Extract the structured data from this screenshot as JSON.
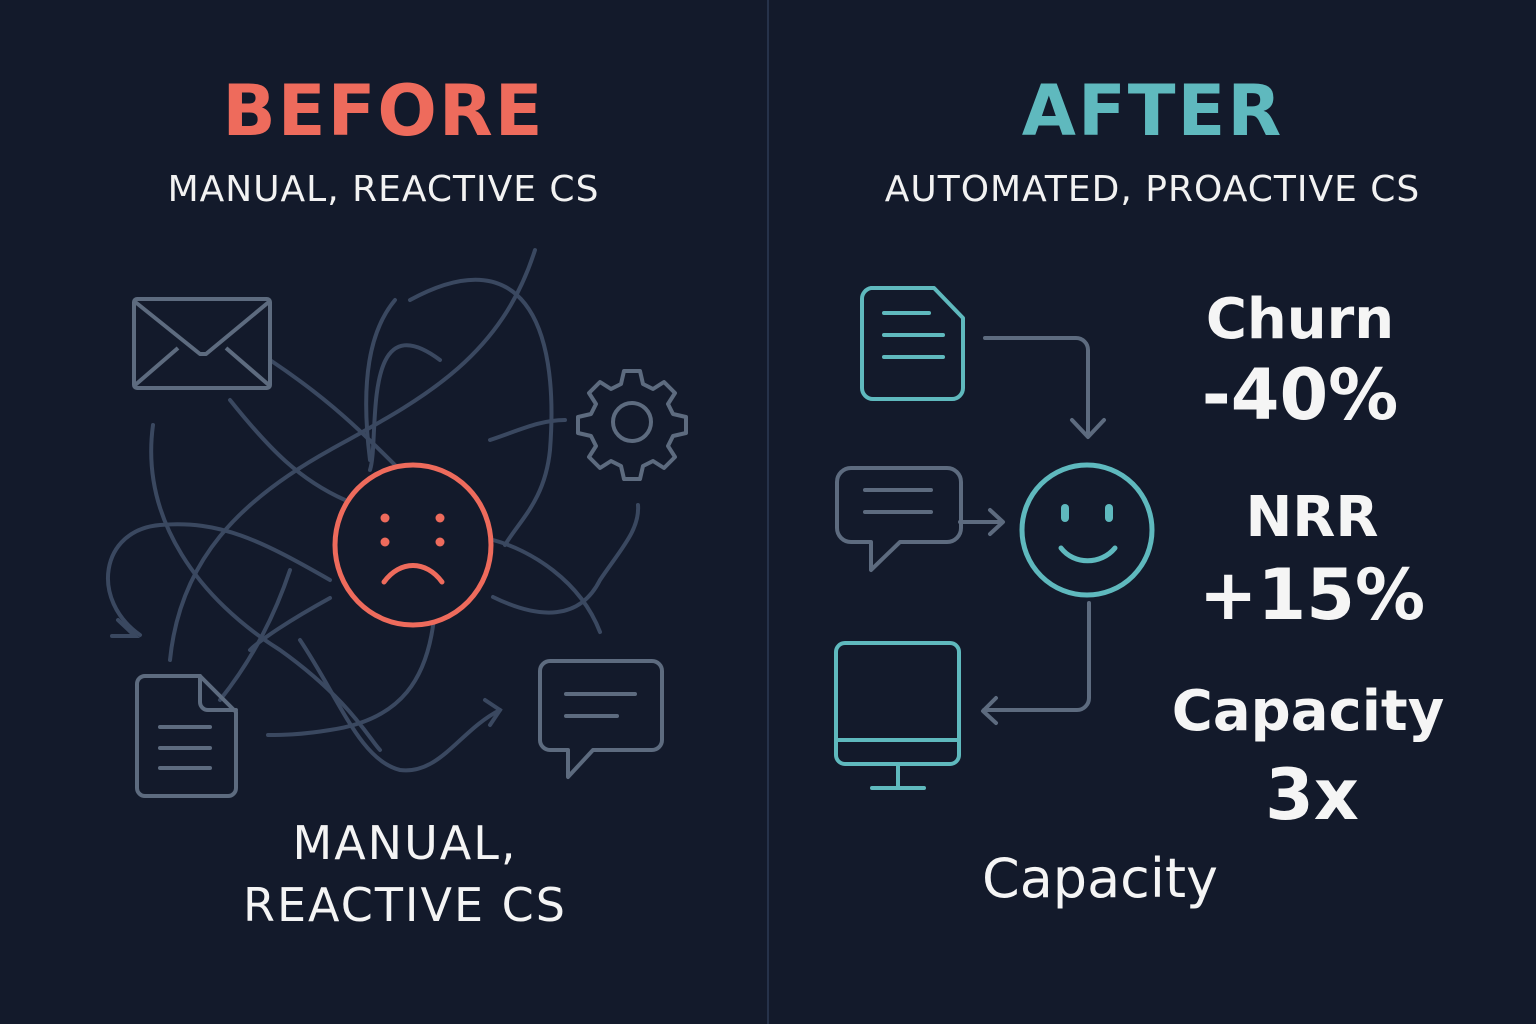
{
  "colors": {
    "background": "#131a2b",
    "before_accent": "#ee6b5c",
    "after_accent": "#5fb9be",
    "icon_gray": "#5d6b7f",
    "line_gray": "#3a4860",
    "text_white": "#f4f4f4",
    "divider": "#26324a"
  },
  "before": {
    "title": "BEFORE",
    "subtitle": "MANUAL, REACTIVE CS",
    "caption_line1": "MANUAL,",
    "caption_line2": "REACTIVE CS",
    "icons": [
      "envelope-icon",
      "gear-icon",
      "document-icon",
      "chat-bubble-icon",
      "sad-face-icon"
    ]
  },
  "after": {
    "title": "AFTER",
    "subtitle": "AUTOMATED, PROACTIVE CS",
    "icons": [
      "document-icon",
      "chat-bubble-icon",
      "happy-face-icon",
      "monitor-icon"
    ],
    "metrics": [
      {
        "label": "Churn",
        "value": "-40%"
      },
      {
        "label": "NRR",
        "value": "+15%"
      },
      {
        "label": "Capacity",
        "value": "3x"
      }
    ],
    "footer_label": "Capacity"
  }
}
